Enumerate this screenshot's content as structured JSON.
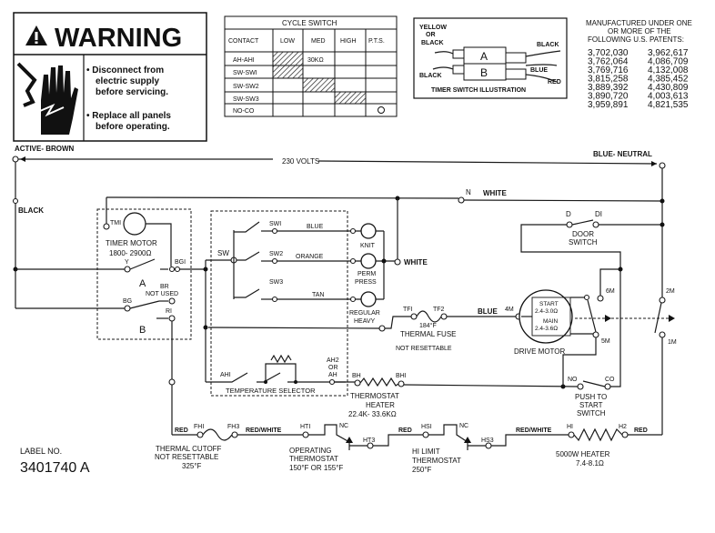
{
  "warning": {
    "title": "WARNING",
    "line1": "• Disconnect from",
    "line2": "electric supply",
    "line3": "before servicing.",
    "line4": "• Replace all panels",
    "line5": "before operating."
  },
  "cycle_switch": {
    "title": "CYCLE SWITCH",
    "headers": [
      "CONTACT",
      "LOW",
      "MED",
      "HIGH",
      "P.T.S."
    ],
    "rows": [
      {
        "contact": "AH-AHI",
        "closed": [
          1
        ],
        "note": "30KΩ"
      },
      {
        "contact": "SW-SWI",
        "closed": [
          1
        ]
      },
      {
        "contact": "SW-SW2",
        "closed": [
          2
        ]
      },
      {
        "contact": "SW-SW3",
        "closed": [
          3
        ]
      },
      {
        "contact": "NO-CO",
        "closed": [
          4
        ]
      }
    ]
  },
  "timer_illustration": {
    "label_yellow": "YELLOW",
    "label_or": "OR",
    "label_black_top": "BLACK",
    "label_black_left": "BLACK",
    "label_black_right": "BLACK",
    "label_blue": "BLUE",
    "label_red": "RED",
    "a": "A",
    "b": "B",
    "caption": "TIMER SWITCH ILLUSTRATION"
  },
  "patents": {
    "heading1": "MANUFACTURED UNDER ONE",
    "heading2": "OR MORE OF THE",
    "heading3": "FOLLOWING U.S. PATENTS:",
    "col1": [
      "3,702,030",
      "3,762,064",
      "3,769,716",
      "3,815,258",
      "3,889,392",
      "3,890,720",
      "3,959,891"
    ],
    "col2": [
      "3,962,617",
      "4,086,709",
      "4,132,008",
      "4,385,452",
      "4,430,809",
      "4,003,613",
      "4,821,535"
    ]
  },
  "supply": {
    "active": "ACTIVE- BROWN",
    "voltage": "230 VOLTS",
    "neutral": "BLUE- NEUTRAL",
    "black": "BLACK"
  },
  "timer": {
    "tm1": "TMI",
    "motor1": "TIMER MOTOR",
    "motor2": "1800- 2900Ω",
    "y": "Y",
    "bg1": "BGI",
    "a": "A",
    "br": "BR",
    "not_used": "NOT USED",
    "bg": "BG",
    "r1": "RI",
    "b": "B"
  },
  "selector": {
    "sw": "SW",
    "sw1": "SWI",
    "sw2": "SW2",
    "sw3": "SW3",
    "blue": "BLUE",
    "orange": "ORANGE",
    "tan": "TAN",
    "knit": "KNIT",
    "perm1": "PERM",
    "perm2": "PRESS",
    "reg1": "REGULAR",
    "reg2": "HEAVY",
    "white": "WHITE",
    "ah1": "AHI",
    "ah2a": "AH2",
    "ah2b": "OR",
    "ah2c": "AH",
    "temp_selector": "TEMPERATURE SELECTOR"
  },
  "neutral_line": {
    "n": "N",
    "white": "WHITE"
  },
  "fuse": {
    "tf1": "TFI",
    "tf2": "TF2",
    "temp": "184°F",
    "name": "THERMAL FUSE",
    "note": "NOT RESETTABLE",
    "blue": "BLUE"
  },
  "motor": {
    "m4": "4M",
    "start": "START",
    "start_val": "2.4-3.0Ω",
    "main": "MAIN",
    "main_val": "2.4-3.6Ω",
    "name": "DRIVE MOTOR",
    "m6": "6M",
    "m5": "5M",
    "m2": "2M",
    "m1": "1M"
  },
  "door": {
    "d": "D",
    "d1": "DI",
    "label1": "DOOR",
    "label2": "SWITCH"
  },
  "thermostat_heater": {
    "bh": "BH",
    "bh1": "BHI",
    "label1": "THERMOSTAT",
    "label2": "HEATER",
    "label3": "22.4K- 33.6KΩ"
  },
  "push_start": {
    "no": "NO",
    "co": "CO",
    "label1": "PUSH TO",
    "label2": "START",
    "label3": "SWITCH"
  },
  "heater_circuit": {
    "red1": "RED",
    "fh1": "FHI",
    "fh3": "FH3",
    "redwhite1": "RED/WHITE",
    "ht1": "HTI",
    "nc1": "NC",
    "ht3": "HT3",
    "red2": "RED",
    "hs1": "HSI",
    "nc2": "NC",
    "hs3": "HS3",
    "redwhite2": "RED/WHITE",
    "h1": "HI",
    "h2": "H2",
    "red3": "RED",
    "cutoff1": "THERMAL CUTOFF",
    "cutoff2": "NOT RESETTABLE",
    "cutoff3": "325°F",
    "op1": "OPERATING",
    "op2": "THERMOSTAT",
    "op3": "150°F OR 155°F",
    "hl1": "HI LIMIT",
    "hl2": "THERMOSTAT",
    "hl3": "250°F",
    "heater1": "5000W HEATER",
    "heater2": "7.4-8.1Ω"
  },
  "label": {
    "caption": "LABEL NO.",
    "number": "3401740 A"
  }
}
